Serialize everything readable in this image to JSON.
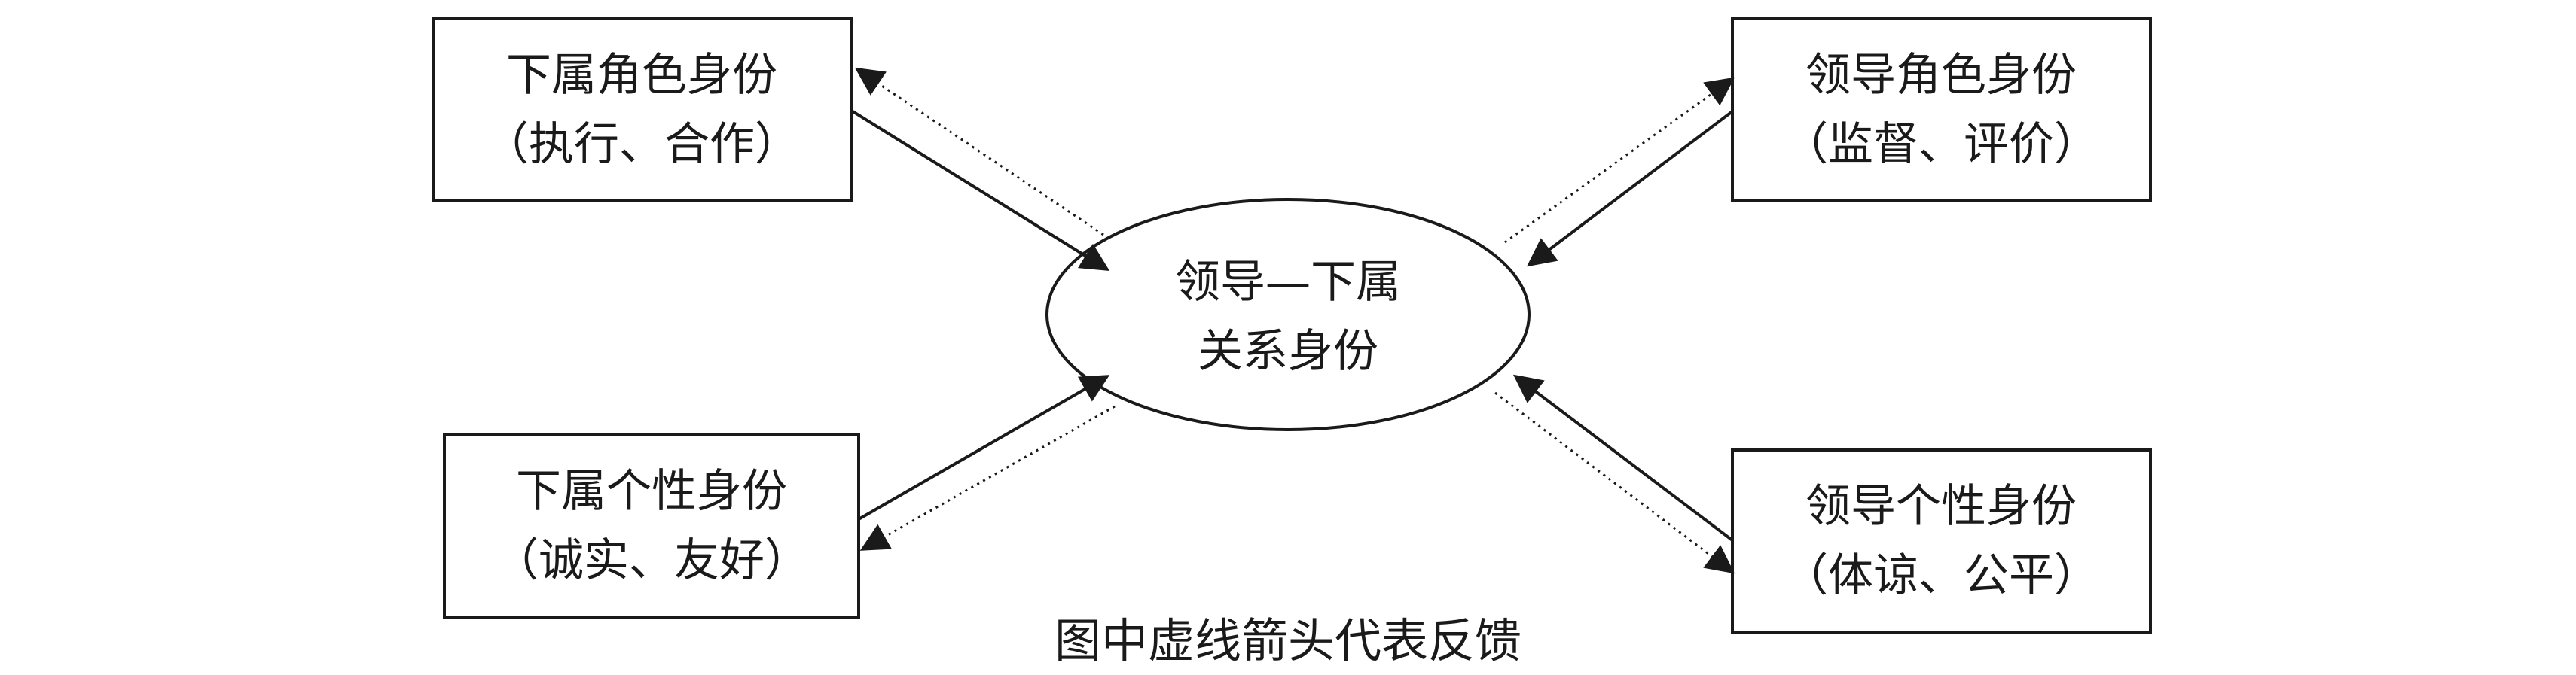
{
  "nodes": {
    "subordinate_role": {
      "line1": "下属角色身份",
      "line2": "（执行、合作）"
    },
    "leader_role": {
      "line1": "领导角色身份",
      "line2": "（监督、评价）"
    },
    "subordinate_personal": {
      "line1": "下属个性身份",
      "line2": "（诚实、友好）"
    },
    "leader_personal": {
      "line1": "领导个性身份",
      "line2": "（体谅、公平）"
    },
    "center": {
      "line1": "领导—下属",
      "line2": "关系身份"
    }
  },
  "caption": "图中虚线箭头代表反馈",
  "colors": {
    "stroke": "#1a1a1a",
    "background": "#ffffff"
  }
}
